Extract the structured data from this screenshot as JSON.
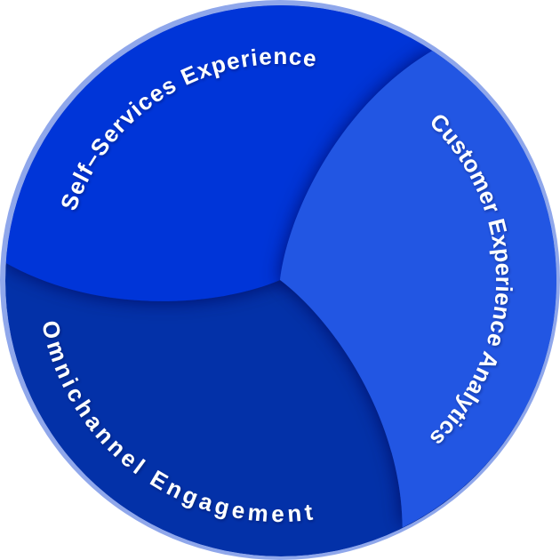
{
  "diagram": {
    "kind": "cycle-swirl-infographic",
    "segments": [
      {
        "id": "self-services",
        "label": "Self–Services Experience",
        "color": "#0435D8"
      },
      {
        "id": "customer-analytics",
        "label": "Customer Experience Analytics",
        "color": "#2357E3"
      },
      {
        "id": "omnichannel",
        "label": "Omnichannel Engagement",
        "color": "#0331A8"
      }
    ],
    "rim_color": "#8FA7EB",
    "label_color": "#FFFFFF",
    "blade_shadow_color": "#021250",
    "label_shadow_color": "#02143f"
  }
}
